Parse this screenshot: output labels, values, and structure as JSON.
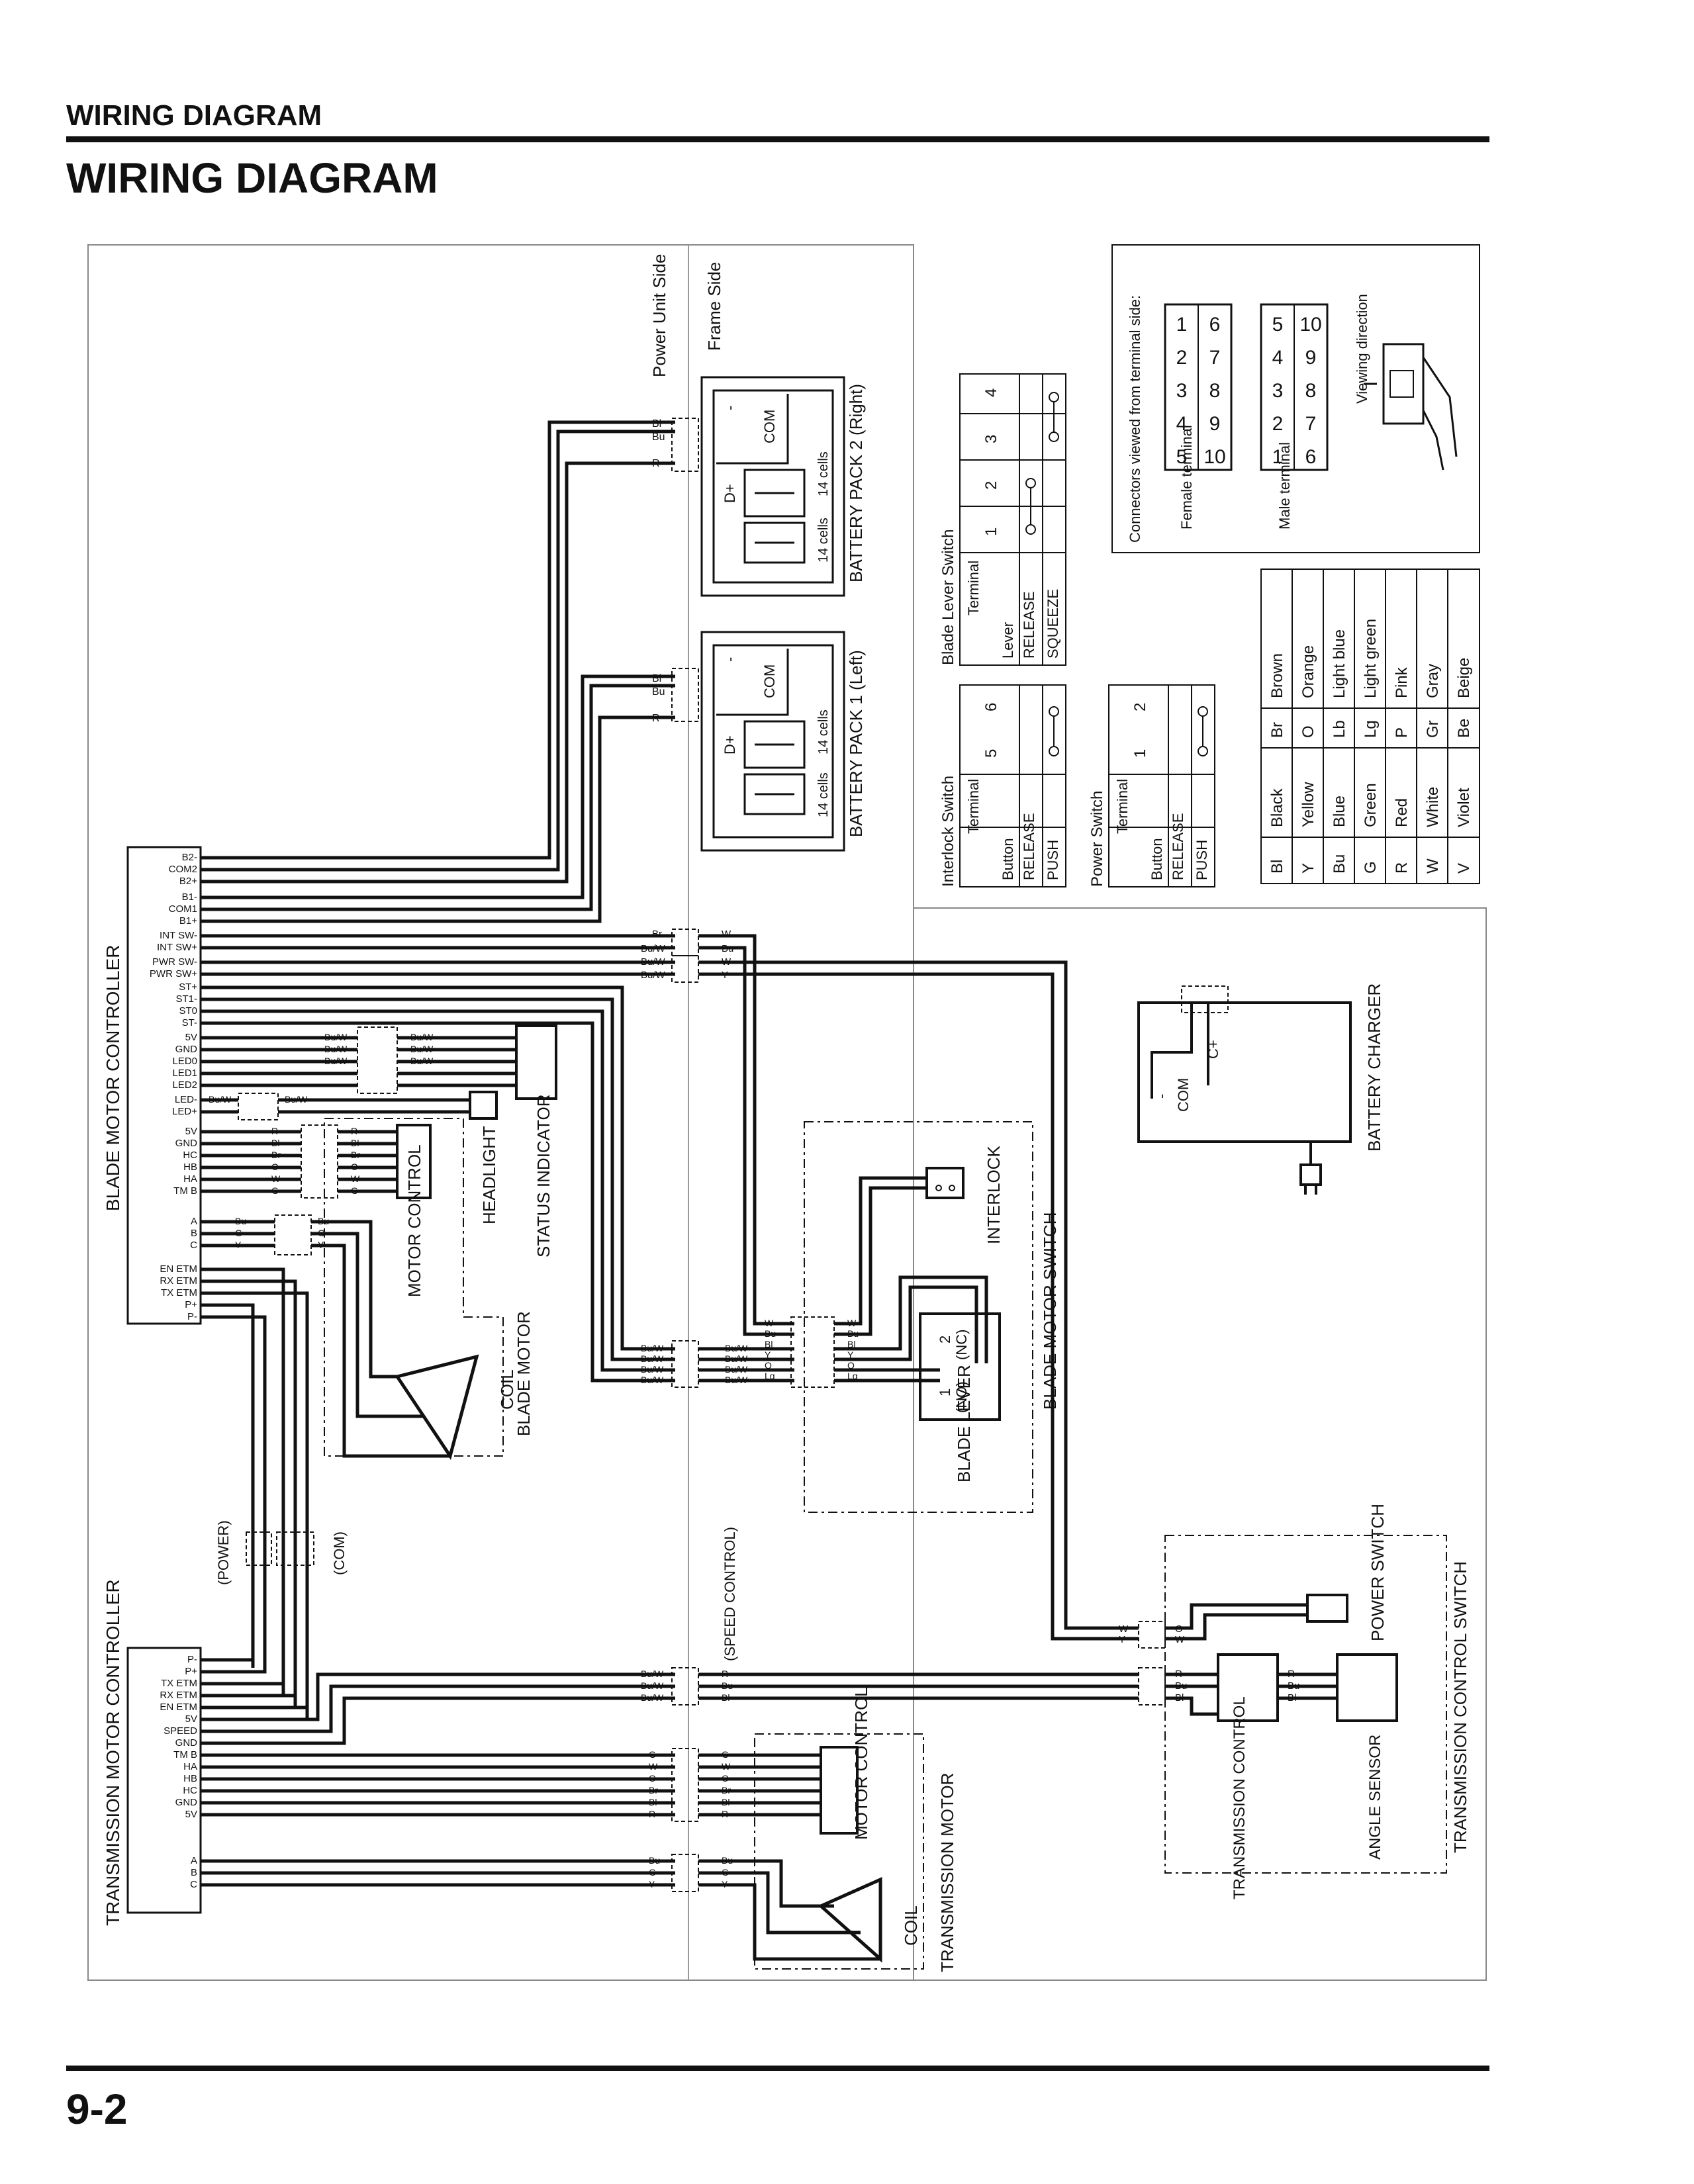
{
  "header": {
    "section": "WIRING DIAGRAM",
    "title": "WIRING DIAGRAM",
    "page_number": "9-2"
  },
  "sides": {
    "power_unit": "Power Unit Side",
    "frame": "Frame Side"
  },
  "components": {
    "battery_pack_2": "BATTERY PACK 2 (Right)",
    "battery_pack_1": "BATTERY PACK 1 (Left)",
    "cells": "14 cells",
    "com": "COM",
    "d_plus": "D+",
    "minus": "-",
    "blade_motor_controller": "BLADE MOTOR CONTROLLER",
    "transmission_motor_controller": "TRANSMISSION MOTOR CONTROLLER",
    "headlight": "HEADLIGHT",
    "status_indicator": "STATUS INDICATOR",
    "motor_control": "MOTOR CONTROL",
    "coil": "COIL",
    "blade_motor": "BLADE MOTOR",
    "transmission_motor": "TRANSMISSION MOTOR",
    "interlock": "INTERLOCK",
    "blade_motor_switch": "BLADE MOTOR SWITCH",
    "blade_lever": "BLADE LEVER",
    "no": "(NO)",
    "nc": "(NC)",
    "battery_charger": "BATTERY CHARGER",
    "charger_com": "COM",
    "charger_plus": "C+",
    "power_switch": "POWER SWITCH",
    "transmission_control": "TRANSMISSION CONTROL",
    "angle_sensor": "ANGLE SENSOR",
    "transmission_control_switch": "TRANSMISSION CONTROL SWITCH",
    "power_label": "(POWER)",
    "com_label": "(COM)",
    "speed_control": "(SPEED CONTROL)"
  },
  "bmc_pins": [
    "B2-",
    "COM2",
    "B2+",
    "B1-",
    "COM1",
    "B1+",
    "INT SW-",
    "INT SW+",
    "PWR SW-",
    "PWR SW+",
    "ST+",
    "ST1-",
    "ST0",
    "ST-",
    "5V",
    "GND",
    "LED0",
    "LED1",
    "LED2",
    "LED-",
    "LED+",
    "5V",
    "GND",
    "HC",
    "HB",
    "HA",
    "TM B",
    "A",
    "B",
    "C",
    "EN ETM",
    "RX ETM",
    "TX ETM",
    "P+",
    "P-"
  ],
  "tmc_pins": [
    "P-",
    "P+",
    "TX ETM",
    "RX ETM",
    "EN ETM",
    "5V",
    "SPEED",
    "GND",
    "TM B",
    "HA",
    "HB",
    "HC",
    "GND",
    "5V",
    "A",
    "B",
    "C"
  ],
  "wire_labels": {
    "bl": "Bl",
    "bu": "Bu",
    "r": "R",
    "w": "W",
    "y": "Y",
    "g": "G",
    "o": "O",
    "br": "Br",
    "buw": "Bu/W",
    "lg": "Lg"
  },
  "tables": {
    "interlock": {
      "title": "Interlock Switch",
      "terminal": "Terminal",
      "button": "Button",
      "cols": [
        "5",
        "6"
      ],
      "rows": [
        "RELEASE",
        "PUSH"
      ]
    },
    "power": {
      "title": "Power Switch",
      "terminal": "Terminal",
      "button": "Button",
      "cols": [
        "1",
        "2"
      ],
      "rows": [
        "RELEASE",
        "PUSH"
      ]
    },
    "blade": {
      "title": "Blade Lever Switch",
      "terminal": "Terminal",
      "lever": "Lever",
      "cols": [
        "1",
        "2",
        "3",
        "4"
      ],
      "rows": [
        "RELEASE",
        "SQUEEZE"
      ]
    }
  },
  "connector_view": {
    "title": "Connectors viewed from terminal side:",
    "female": "Female terminal",
    "male": "Male terminal",
    "viewing": "Viewing direction",
    "female_top": [
      "1",
      "2",
      "3",
      "4",
      "5"
    ],
    "female_bottom": [
      "6",
      "7",
      "8",
      "9",
      "10"
    ],
    "male_top": [
      "5",
      "4",
      "3",
      "2",
      "1"
    ],
    "male_bottom": [
      "10",
      "9",
      "8",
      "7",
      "6"
    ]
  },
  "colors": [
    {
      "code": "Bl",
      "name": "Black"
    },
    {
      "code": "Y",
      "name": "Yellow"
    },
    {
      "code": "Bu",
      "name": "Blue"
    },
    {
      "code": "G",
      "name": "Green"
    },
    {
      "code": "R",
      "name": "Red"
    },
    {
      "code": "W",
      "name": "White"
    },
    {
      "code": "V",
      "name": "Violet"
    },
    {
      "code": "Br",
      "name": "Brown"
    },
    {
      "code": "O",
      "name": "Orange"
    },
    {
      "code": "Lb",
      "name": "Light blue"
    },
    {
      "code": "Lg",
      "name": "Light green"
    },
    {
      "code": "P",
      "name": "Pink"
    },
    {
      "code": "Gr",
      "name": "Gray"
    },
    {
      "code": "Be",
      "name": "Beige"
    }
  ]
}
